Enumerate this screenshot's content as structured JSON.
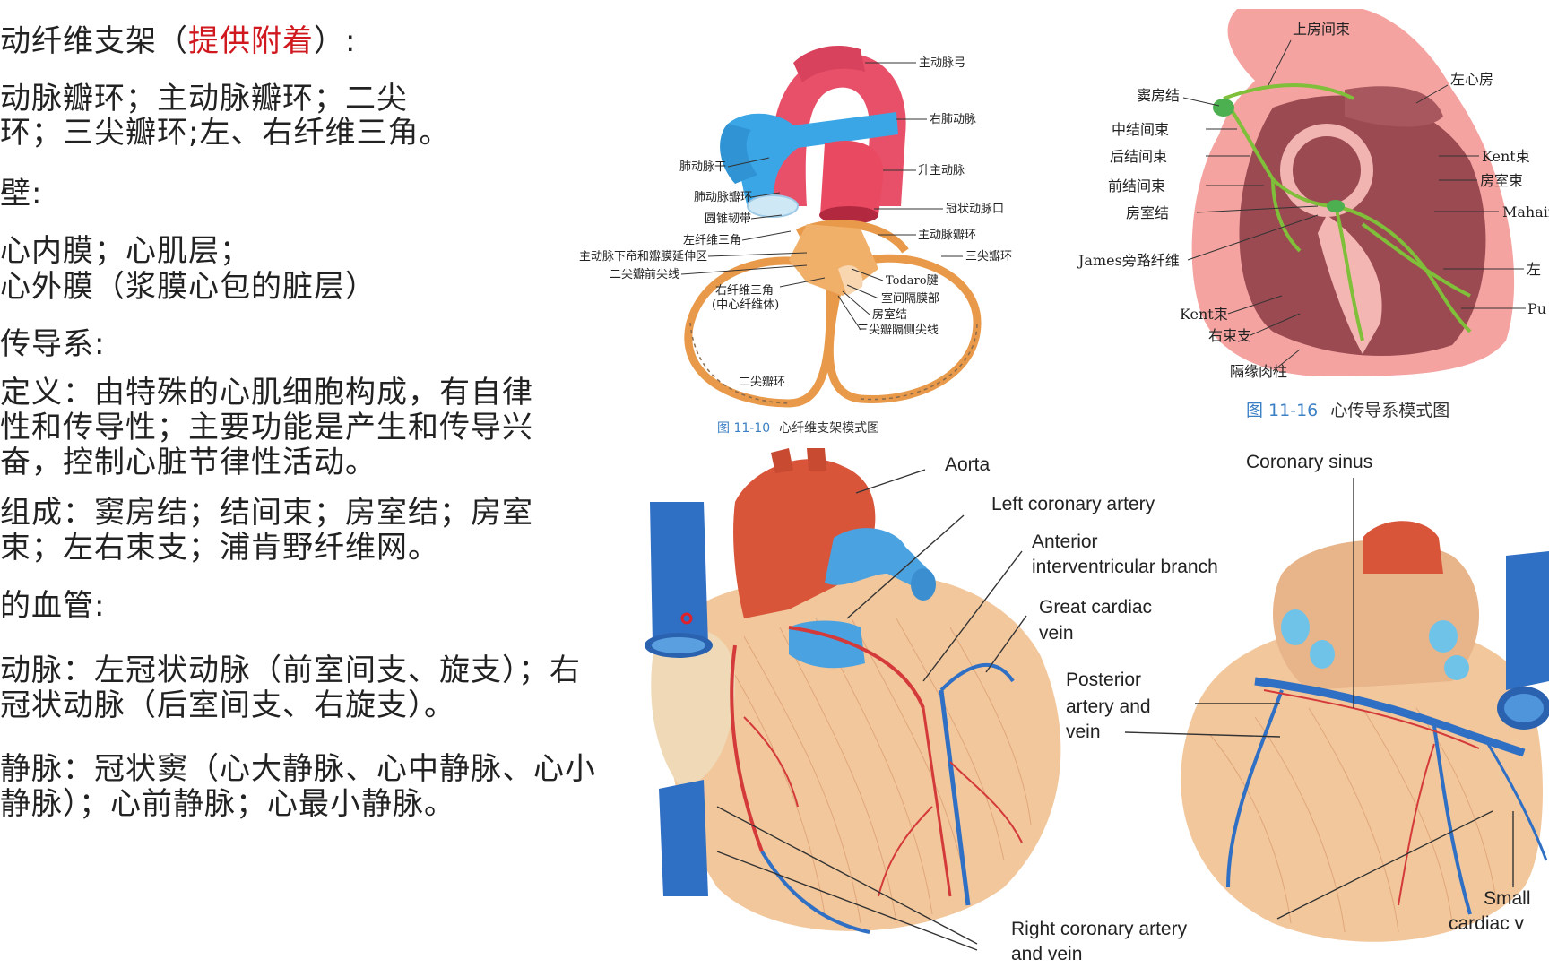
{
  "text": {
    "line1_a": "动纤维支架（",
    "line1_red": "提供附着",
    "line1_b": "）:",
    "line2": "动脉瓣环；主动脉瓣环；二尖",
    "line3": "环；三尖瓣环;左、右纤维三角。",
    "line4": "壁:",
    "line5": "心内膜；心肌层；",
    "line6": "心外膜（浆膜心包的脏层）",
    "line7": "传导系:",
    "line8": "定义：由特殊的心肌细胞构成，有自律",
    "line9": "性和传导性；主要功能是产生和传导兴",
    "line10": "奋，控制心脏节律性活动。",
    "line11": "组成：窦房结；结间束；房室结；房室",
    "line12": "束；左右束支；浦肯野纤维网。",
    "line13": "的血管:",
    "line14": "动脉：左冠状动脉（前室间支、旋支）；右",
    "line15": "冠状动脉（后室间支、右旋支）。",
    "line16": "静脉：冠状窦（心大静脉、心中静脉、心小",
    "line17": "静脉）；心前静脉；心最小静脉。"
  },
  "fig1": {
    "labels": [
      "主动脉弓",
      "右肺动脉",
      "升主动脉",
      "冠状动脉口",
      "主动脉瓣环",
      "三尖瓣环",
      "Todaro腱",
      "室间隔膜部",
      "房室结",
      "三尖瓣隔侧尖线",
      "肺动脉干",
      "肺动脉瓣环",
      "圆锥韧带",
      "左纤维三角",
      "主动脉下帘和瓣膜延伸区",
      "二尖瓣前尖线",
      "右纤维三角",
      "(中心纤维体)",
      "二尖瓣环"
    ],
    "caption_num": "图 11-10",
    "caption_text": "心纤维支架模式图"
  },
  "fig2": {
    "labels": [
      "上房间束",
      "左心房",
      "窦房结",
      "中结间束",
      "后结间束",
      "前结间束",
      "房室结",
      "James旁路纤维",
      "Kent束",
      "房室束",
      "Mahaim",
      "左",
      "Pu",
      "Kent束",
      "右束支",
      "隔缘肉柱"
    ],
    "caption_num": "图 11-16",
    "caption_text": "心传导系模式图"
  },
  "fig3": {
    "labels": [
      "Aorta",
      "Left coronary artery",
      "Anterior",
      "interventricular branch",
      "Great cardiac",
      "vein",
      "Posterior",
      "artery and",
      "vein",
      "Coronary sinus",
      "Right coronary artery",
      "and vein",
      "Small",
      "cardiac v"
    ]
  }
}
